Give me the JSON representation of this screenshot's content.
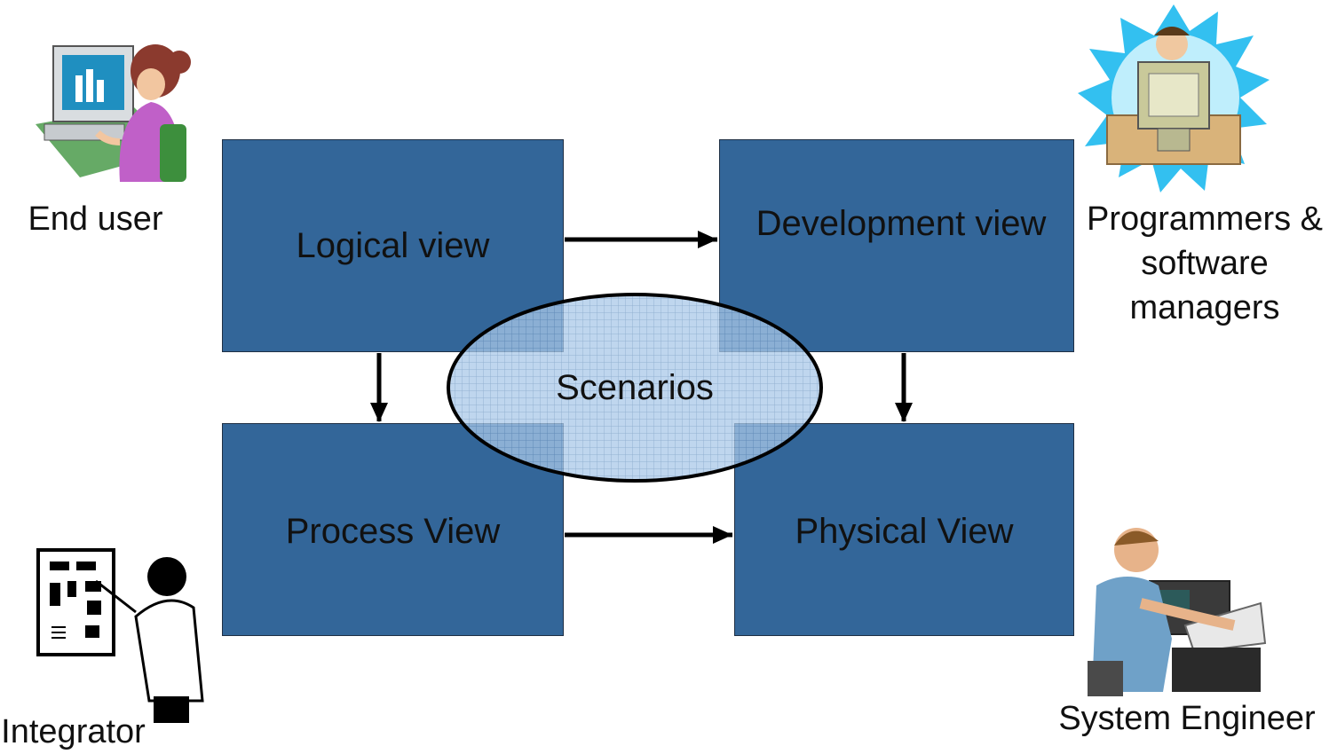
{
  "views": {
    "logical": "Logical view",
    "development": "Development view",
    "process": "Process View",
    "physical": "Physical View",
    "scenarios": "Scenarios"
  },
  "stakeholders": {
    "end_user": "End user",
    "programmers": "Programmers & software managers",
    "integrator": "Integrator",
    "system_engineer": "System Engineer"
  },
  "colors": {
    "box_fill": "#336699",
    "ellipse_fill": "#a9c8e8",
    "arrow": "#000000"
  },
  "icons": [
    "end-user-icon",
    "programmer-icon",
    "integrator-icon",
    "system-engineer-icon"
  ]
}
